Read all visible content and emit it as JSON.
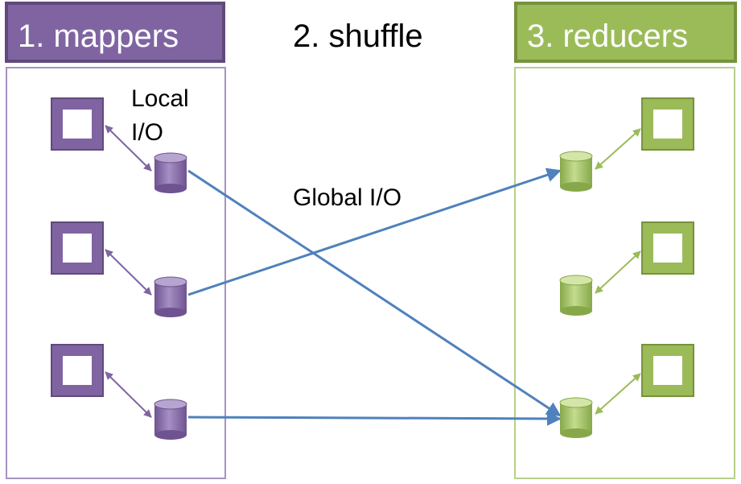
{
  "headers": {
    "mappers": "1. mappers",
    "shuffle": "2. shuffle",
    "reducers": "3. reducers"
  },
  "labels": {
    "local_line1": "Local",
    "local_line2": "I/O",
    "global": "Global I/O"
  },
  "colors": {
    "mapper_purple": "#8064a2",
    "mapper_purple_dark": "#604a7b",
    "reducer_green": "#9bbb59",
    "reducer_green_dark": "#76923c",
    "arrow_blue": "#4f81bd",
    "local_arrow_purple": "#8064a2",
    "local_arrow_green": "#9bbb59"
  },
  "icons": {
    "task_box": "square-icon",
    "storage": "cylinder-icon"
  }
}
